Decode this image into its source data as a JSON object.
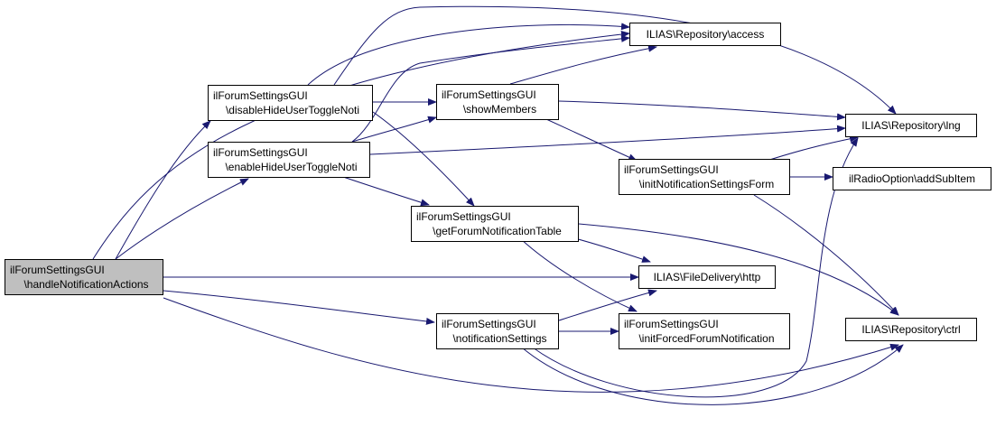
{
  "colors": {
    "edge": "#191970",
    "root_fill": "#bfbfbf",
    "node_fill": "#ffffff",
    "node_border": "#000000"
  },
  "nodes": {
    "handle": {
      "line1": "ilForumSettingsGUI",
      "line2": "\\handleNotificationActions"
    },
    "disable": {
      "line1": "ilForumSettingsGUI",
      "line2": "\\disableHideUserToggleNoti"
    },
    "enable": {
      "line1": "ilForumSettingsGUI",
      "line2": "\\enableHideUserToggleNoti"
    },
    "showMembers": {
      "line1": "ilForumSettingsGUI",
      "line2": "\\showMembers"
    },
    "getTable": {
      "line1": "ilForumSettingsGUI",
      "line2": "\\getForumNotificationTable"
    },
    "notifSettings": {
      "line1": "ilForumSettingsGUI",
      "line2": "\\notificationSettings"
    },
    "initForm": {
      "line1": "ilForumSettingsGUI",
      "line2": "\\initNotificationSettingsForm"
    },
    "initForced": {
      "line1": "ilForumSettingsGUI",
      "line2": "\\initForcedForumNotification"
    },
    "access": {
      "label": "ILIAS\\Repository\\access"
    },
    "lng": {
      "label": "ILIAS\\Repository\\lng"
    },
    "http": {
      "label": "ILIAS\\FileDelivery\\http"
    },
    "ctrl": {
      "label": "ILIAS\\Repository\\ctrl"
    },
    "addSubItem": {
      "label": "ilRadioOption\\addSubItem"
    }
  }
}
